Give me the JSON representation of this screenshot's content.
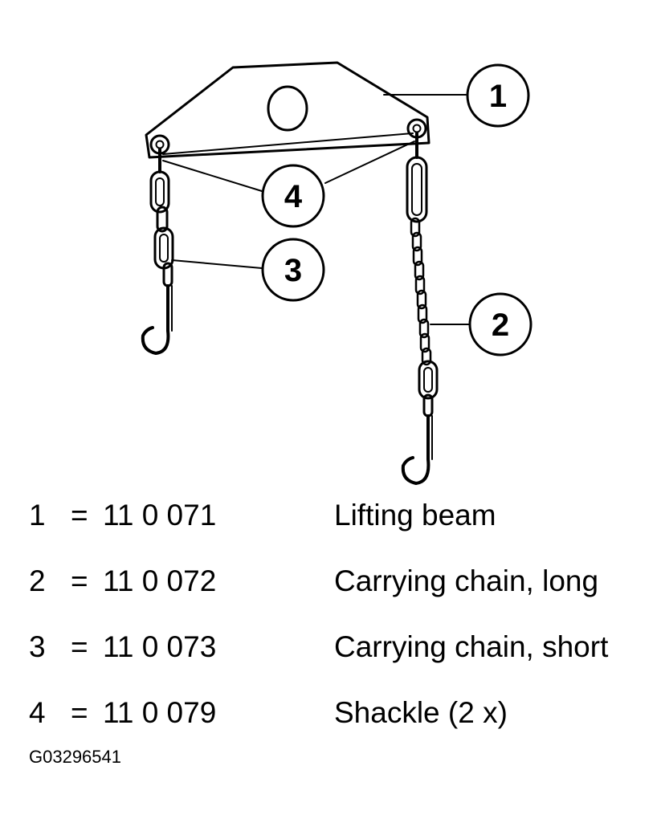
{
  "callouts": [
    "1",
    "2",
    "3",
    "4"
  ],
  "legend": {
    "items": [
      {
        "num": "1",
        "eq": "=",
        "part": "11 0 071",
        "desc": "Lifting beam"
      },
      {
        "num": "2",
        "eq": "=",
        "part": "11 0 072",
        "desc": "Carrying chain, long"
      },
      {
        "num": "3",
        "eq": "=",
        "part": "11 0 073",
        "desc": "Carrying chain, short"
      },
      {
        "num": "4",
        "eq": "=",
        "part": "11 0 079",
        "desc": "Shackle (2 x)"
      }
    ]
  },
  "figure_id": "G03296541"
}
